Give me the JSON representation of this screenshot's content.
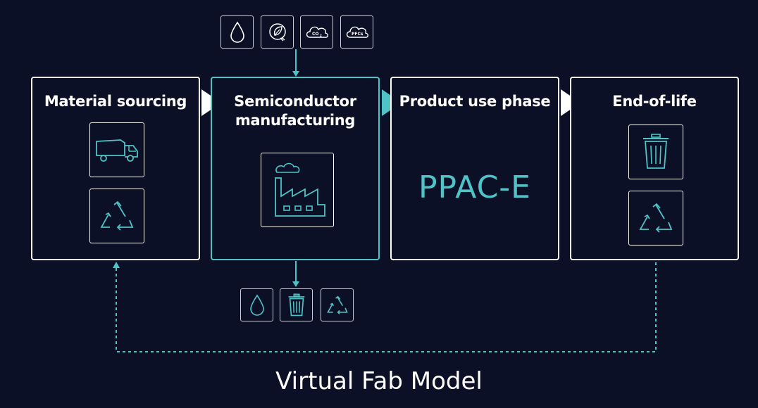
{
  "stages": [
    {
      "title": "Material sourcing"
    },
    {
      "title": "Semiconductor manufacturing"
    },
    {
      "title": "Product use phase"
    },
    {
      "title": "End-of-life"
    }
  ],
  "metric": "PPAC-E",
  "inputs": [
    "water-drop-icon",
    "energy-leaf-icon",
    "co2-cloud-icon",
    "pfcs-cloud-icon"
  ],
  "input_labels": {
    "co2": "CO",
    "co2_sub": "2",
    "pfcs": "PFCs"
  },
  "outputs": [
    "water-drop-icon",
    "trash-icon",
    "recycle-icon"
  ],
  "footer": "Virtual Fab Model",
  "colors": {
    "background": "#0b1026",
    "accent": "#4fc3c5",
    "border": "#ffffff"
  }
}
